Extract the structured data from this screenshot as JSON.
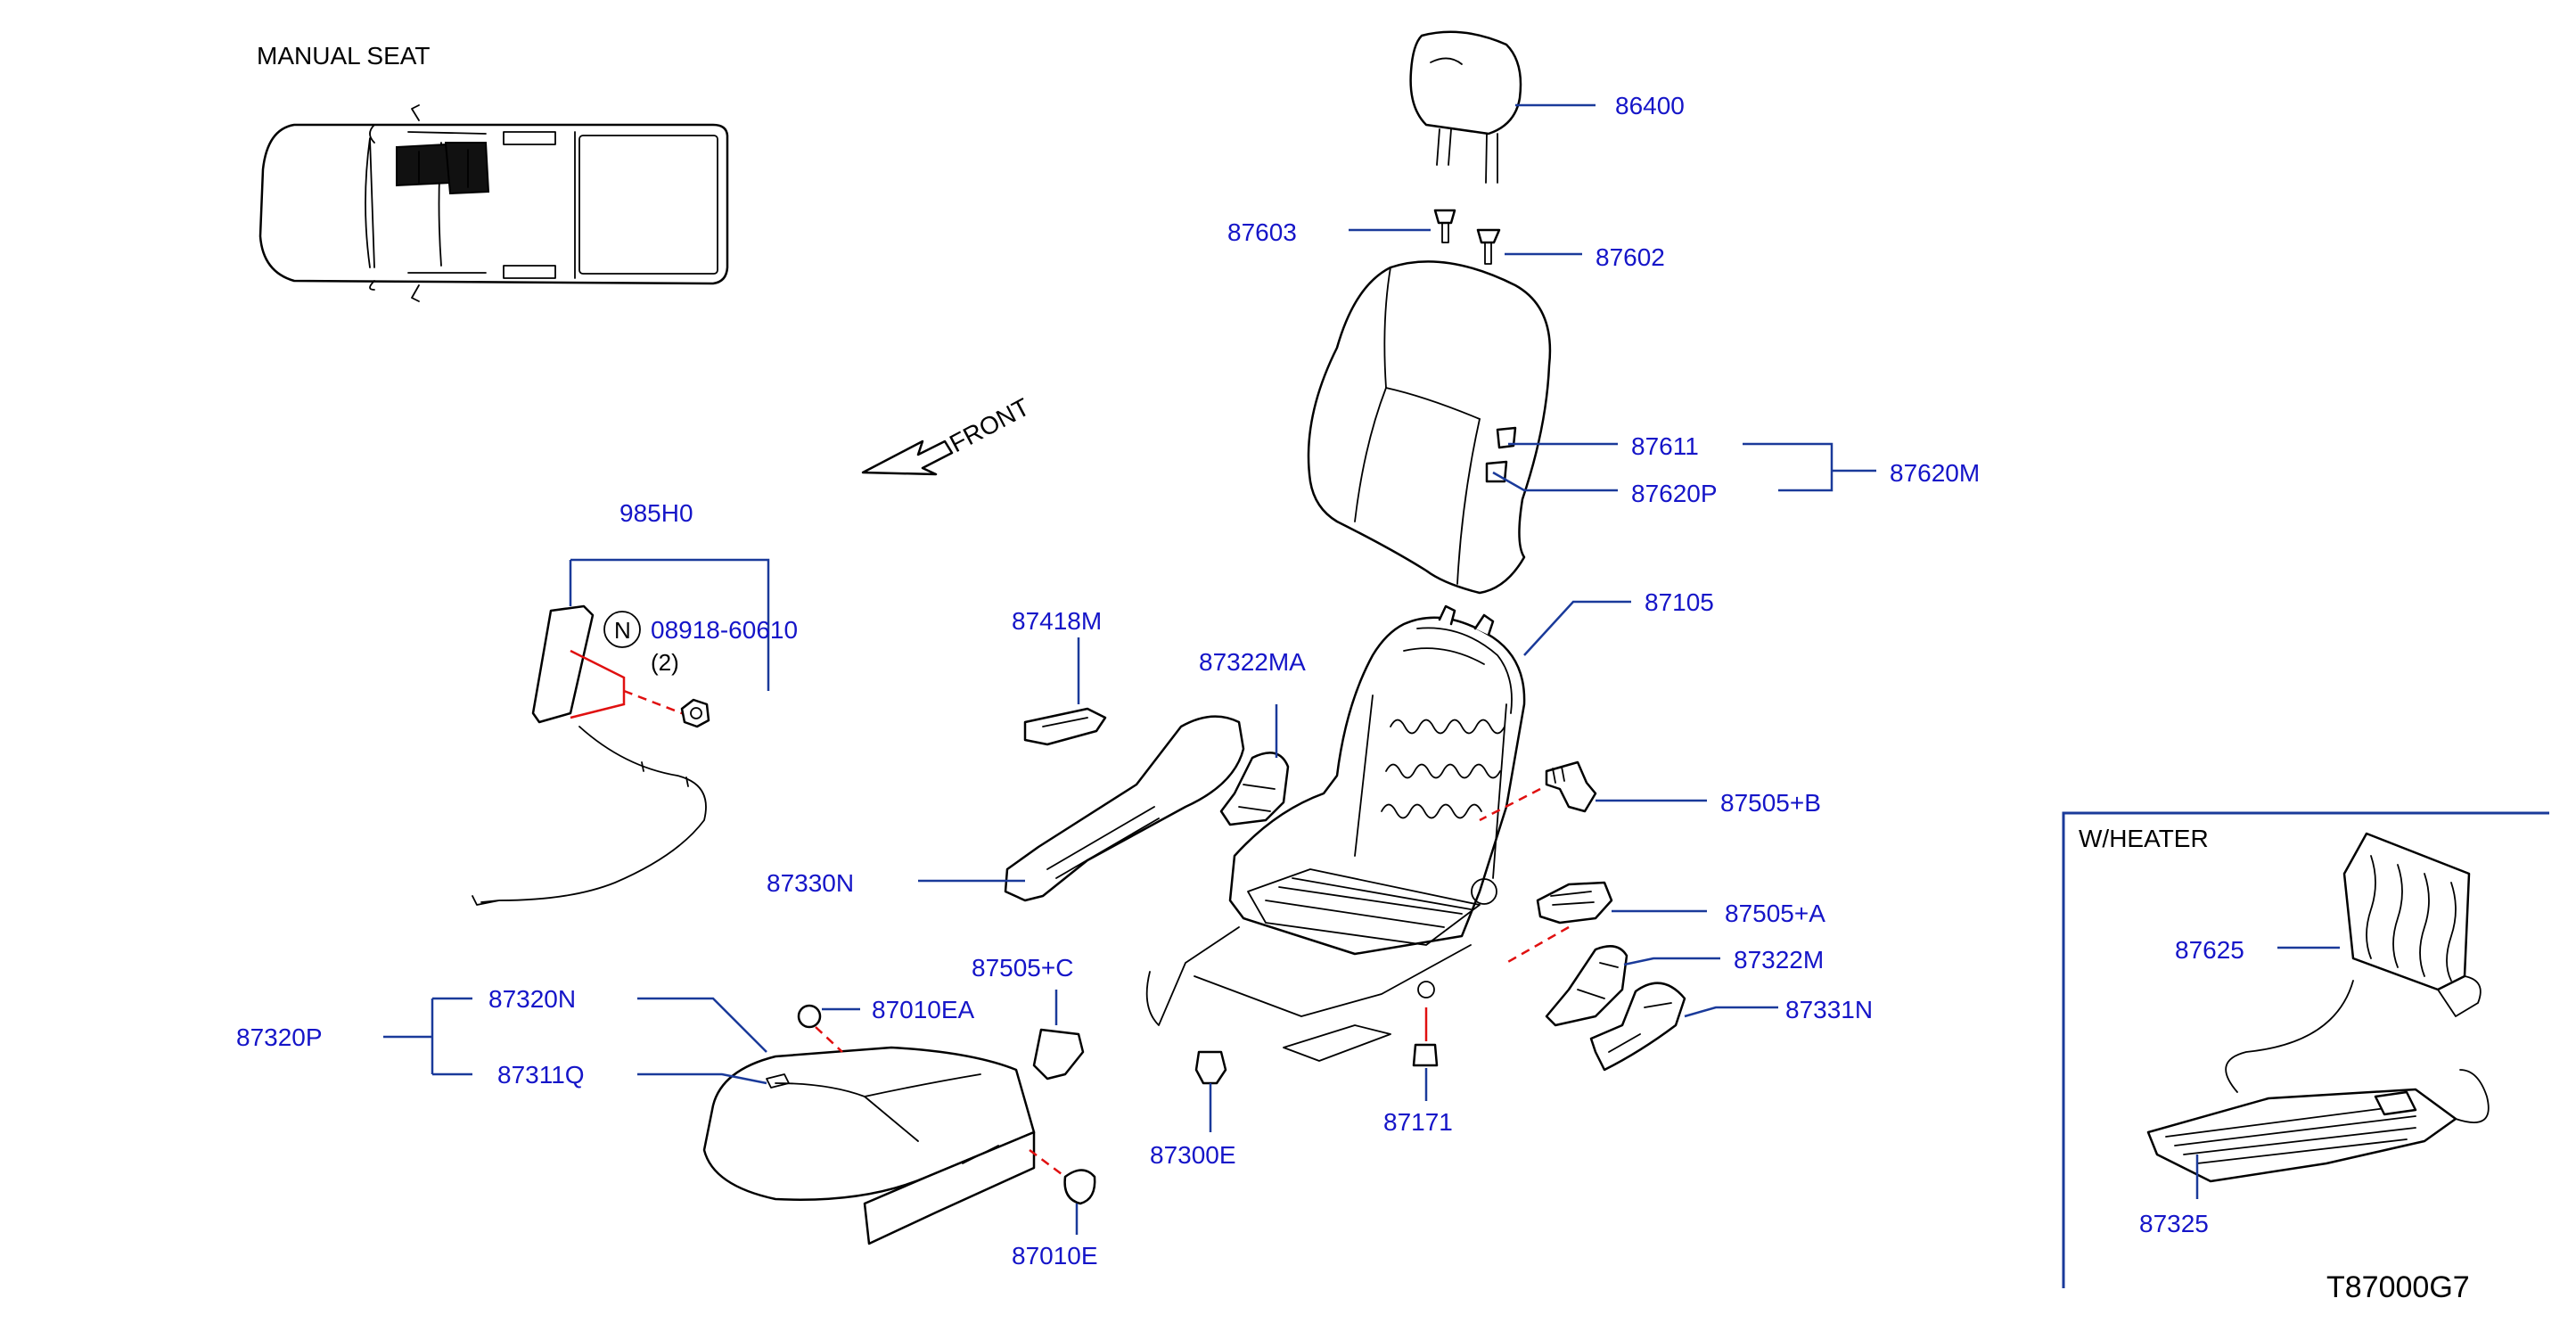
{
  "diagram_code": "T87000G7",
  "view_label": "MANUAL   SEAT",
  "front_label": "FRONT",
  "inset_label": "W/HEATER",
  "notes": {
    "nut_symbol": "N",
    "qty": "(2)"
  },
  "parts": {
    "p86400": "86400",
    "p87603": "87603",
    "p87602": "87602",
    "p87611": "87611",
    "p87620P": "87620P",
    "p87620M": "87620M",
    "p87105": "87105",
    "p985H0": "985H0",
    "p08918": "08918-60610",
    "p87418M": "87418M",
    "p87322MA": "87322MA",
    "p87505B": "87505+B",
    "p87330N": "87330N",
    "p87505A": "87505+A",
    "p87322M": "87322M",
    "p87331N": "87331N",
    "p87505C": "87505+C",
    "p87320N": "87320N",
    "p87320P": "87320P",
    "p87311Q": "87311Q",
    "p87010EA": "87010EA",
    "p87300E": "87300E",
    "p87171": "87171",
    "p87010E": "87010E",
    "p87625": "87625",
    "p87325": "87325"
  },
  "colors": {
    "label": "#1515c8",
    "leader": "#1a3a9a",
    "connector": "#e01010",
    "line": "#000000"
  }
}
